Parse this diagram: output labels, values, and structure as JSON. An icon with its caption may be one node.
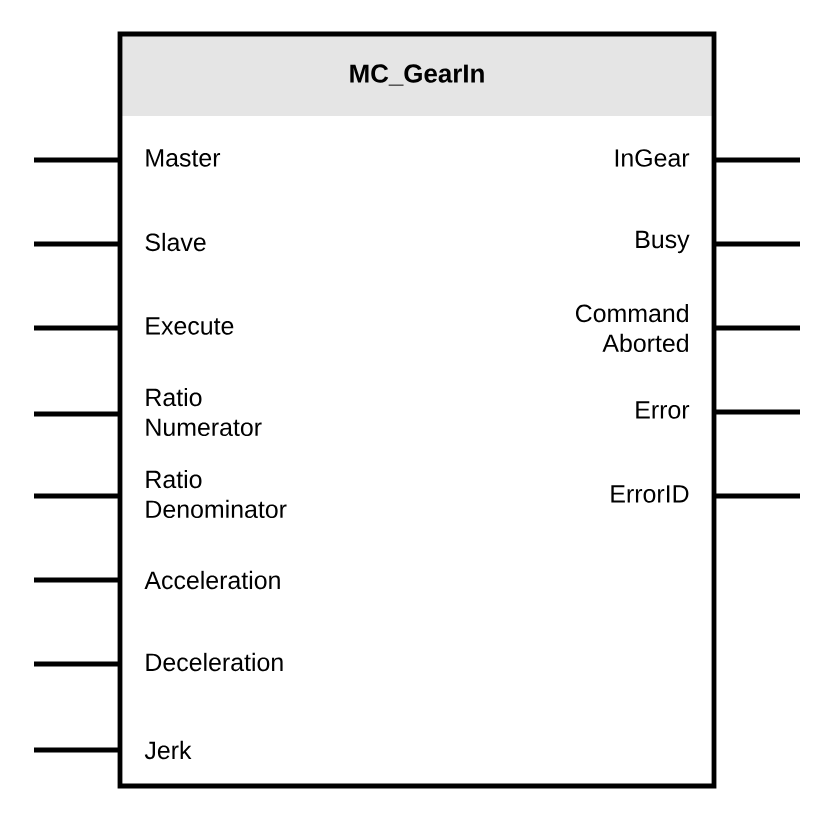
{
  "diagram": {
    "nodes": [
      {
        "text": [
          "MC_GearIn"
        ]
      }
    ],
    "labels": [
      "Master",
      "InGear",
      "Slave",
      "Busy",
      "Execute",
      "Command Aborted",
      "Ratio Numerator",
      "Error",
      "Ratio Denominator",
      "ErrorID",
      "Acceleration",
      "Deceleration",
      "Jerk"
    ]
  }
}
